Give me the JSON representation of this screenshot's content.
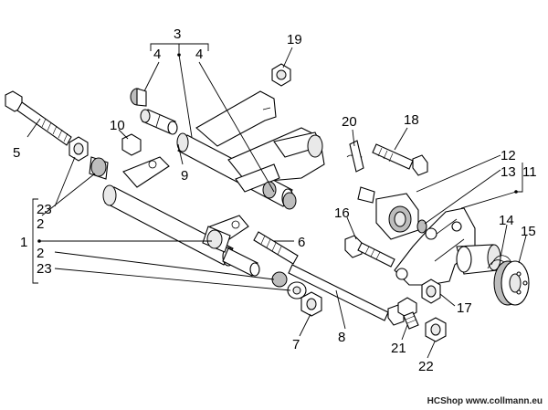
{
  "callouts": {
    "c1": "1",
    "c2a": "2",
    "c2b": "2",
    "c3": "3",
    "c4a": "4",
    "c4b": "4",
    "c5": "5",
    "c6": "6",
    "c7": "7",
    "c8": "8",
    "c9": "9",
    "c10": "10",
    "c11": "11",
    "c12": "12",
    "c13": "13",
    "c14": "14",
    "c15": "15",
    "c16": "16",
    "c17": "17",
    "c18": "18",
    "c19": "19",
    "c20": "20",
    "c21": "21",
    "c22": "22",
    "c23a": "23",
    "c23b": "23"
  },
  "watermark": {
    "shop": "HCShop",
    "url": "www.collmann.eu"
  }
}
